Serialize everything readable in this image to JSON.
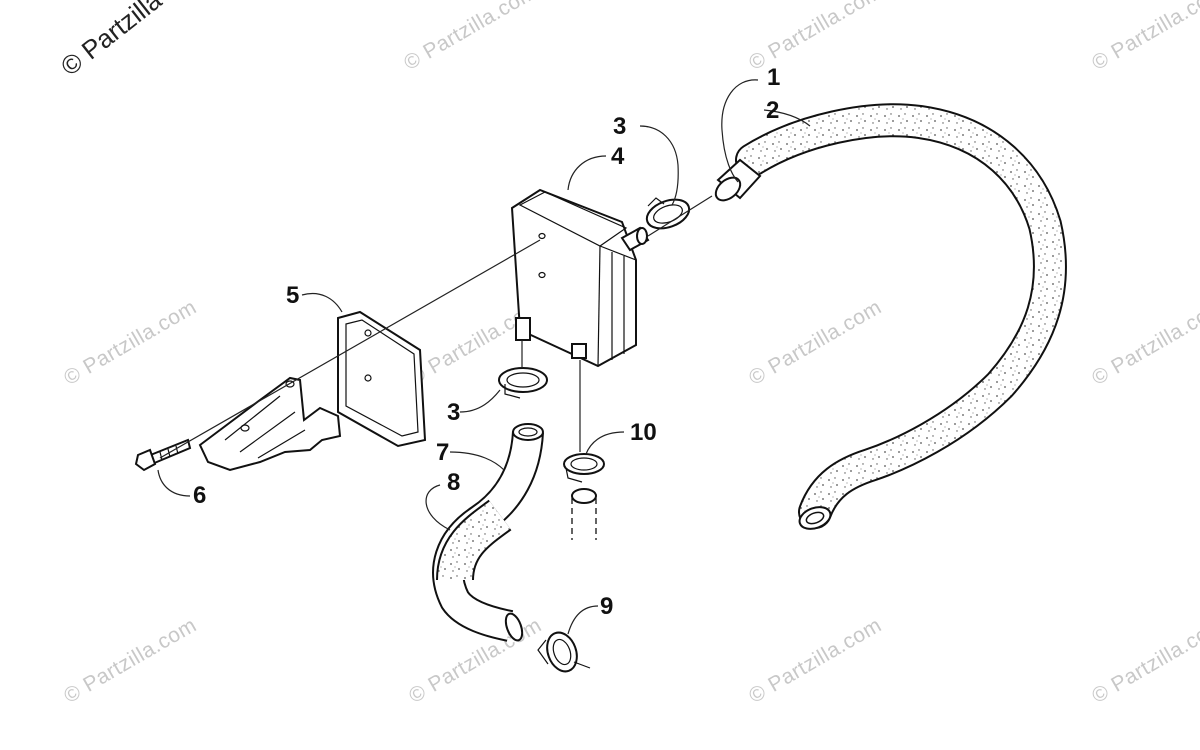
{
  "diagram": {
    "copyright": "© Partzilla",
    "watermark_text": "© Partzilla.com",
    "callouts": [
      {
        "id": "1",
        "label": "1"
      },
      {
        "id": "2",
        "label": "2"
      },
      {
        "id": "3a",
        "label": "3"
      },
      {
        "id": "4",
        "label": "4"
      },
      {
        "id": "5",
        "label": "5"
      },
      {
        "id": "3b",
        "label": "3"
      },
      {
        "id": "10",
        "label": "10"
      },
      {
        "id": "7",
        "label": "7"
      },
      {
        "id": "8",
        "label": "8"
      },
      {
        "id": "6",
        "label": "6"
      },
      {
        "id": "9",
        "label": "9"
      }
    ],
    "colors": {
      "line": "#111111",
      "watermark": "#c8c8c8",
      "background": "#ffffff"
    }
  }
}
